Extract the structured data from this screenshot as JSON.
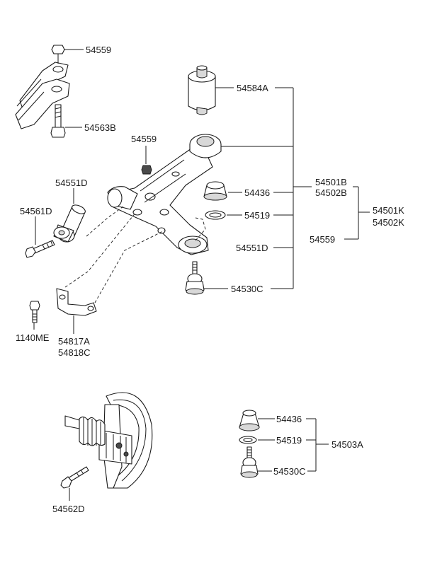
{
  "labels": {
    "p54559_top": "54559",
    "p54563B": "54563B",
    "p54584A": "54584A",
    "p54559_mid": "54559",
    "p54551D_left": "54551D",
    "p54561D": "54561D",
    "p54436_top": "54436",
    "p54519_top": "54519",
    "p54551D_right": "54551D",
    "p54530C_top": "54530C",
    "p54501B": "54501B",
    "p54502B": "54502B",
    "p54501K": "54501K",
    "p54502K": "54502K",
    "p54559_right": "54559",
    "p1140ME": "1140ME",
    "p54817A": "54817A",
    "p54818C": "54818C",
    "p54436_bottom": "54436",
    "p54519_bottom": "54519",
    "p54530C_bottom": "54530C",
    "p54503A": "54503A",
    "p54562D": "54562D"
  }
}
